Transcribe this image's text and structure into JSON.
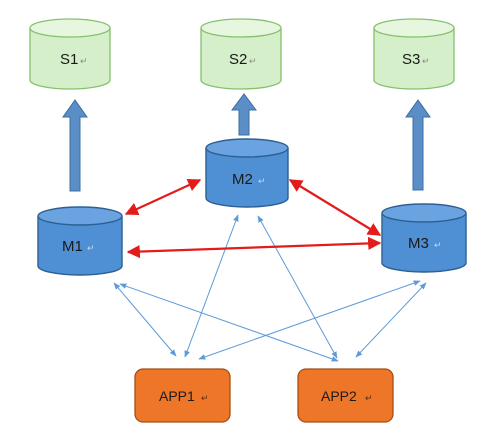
{
  "slaves": [
    {
      "label": "S1",
      "mark": "↵"
    },
    {
      "label": "S2",
      "mark": "↵"
    },
    {
      "label": "S3",
      "mark": "↵"
    }
  ],
  "masters": [
    {
      "label": "M1",
      "mark": "↵"
    },
    {
      "label": "M2",
      "mark": "↵"
    },
    {
      "label": "M3",
      "mark": "↵"
    }
  ],
  "apps": [
    {
      "label": "APP1",
      "mark": "↵"
    },
    {
      "label": "APP2",
      "mark": "↵"
    }
  ],
  "colors": {
    "slave_fill": "#d4efc9",
    "slave_stroke": "#86c06c",
    "master_fill": "#4f8fd3",
    "master_stroke": "#2d5f93",
    "app_fill": "#ee7629",
    "app_stroke": "#a54d14",
    "up_arrow": "#5b8ec7",
    "replication_arrow": "#e31b1b",
    "client_arrow": "#5e9ad8"
  }
}
